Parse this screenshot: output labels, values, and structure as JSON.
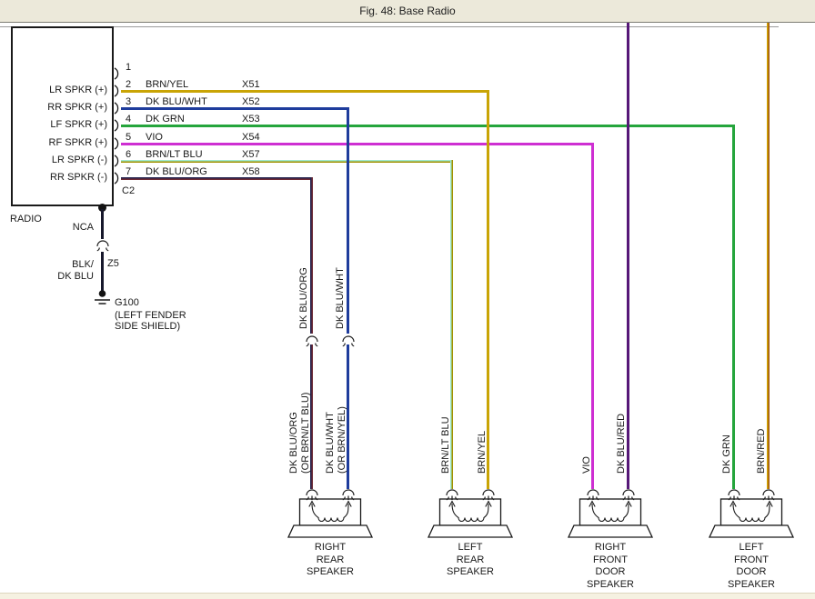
{
  "title": "Fig. 48: Base Radio",
  "radio": {
    "label": "RADIO",
    "connector_label": "C2",
    "pins": [
      {
        "num": "1",
        "left_label": "",
        "wire_name": "",
        "circuit": ""
      },
      {
        "num": "2",
        "left_label": "LR SPKR (+)",
        "wire_name": "BRN/YEL",
        "circuit": "X51"
      },
      {
        "num": "3",
        "left_label": "RR SPKR (+)",
        "wire_name": "DK BLU/WHT",
        "circuit": "X52"
      },
      {
        "num": "4",
        "left_label": "LF SPKR (+)",
        "wire_name": "DK GRN",
        "circuit": "X53"
      },
      {
        "num": "5",
        "left_label": "RF SPKR (+)",
        "wire_name": "VIO",
        "circuit": "X54"
      },
      {
        "num": "6",
        "left_label": "LR SPKR (-)",
        "wire_name": "BRN/LT BLU",
        "circuit": "X57"
      },
      {
        "num": "7",
        "left_label": "RR SPKR (-)",
        "wire_name": "DK BLU/ORG",
        "circuit": "X58"
      }
    ]
  },
  "ground_branch": {
    "nca_label": "NCA",
    "wire_name_line1": "BLK/",
    "wire_name_line2": "DK BLU",
    "circuit": "Z5",
    "ground_code": "G100",
    "ground_location_line1": "(LEFT FENDER",
    "ground_location_line2": "SIDE SHIELD)"
  },
  "wire_colors": {
    "brn_yel": [
      "#C9A405"
    ],
    "dk_blu_wht": [
      "#1E3C9C"
    ],
    "dk_grn": [
      "#25A53C"
    ],
    "vio": [
      "#CE2FD2"
    ],
    "brn_lt_blu": [
      "#9FE9D1",
      "#A39200"
    ],
    "dk_blu_org": [
      "#23224E",
      "#6E2A34"
    ],
    "dk_blu_red": [
      "#561878"
    ],
    "brn_red": [
      "#D2A400",
      "#9E5414"
    ],
    "blk_dk_blu": [
      "#17182C"
    ]
  },
  "wire_labels": {
    "rr_neg_upper": "DK BLU/ORG",
    "rr_pos_upper": "DK BLU/WHT",
    "rr_neg_lower": "DK BLU/ORG",
    "rr_neg_lower_alt": "(OR BRN/LT BLU)",
    "rr_pos_lower": "DK BLU/WHT",
    "rr_pos_lower_alt": "(OR BRN/YEL)",
    "lr_neg": "BRN/LT BLU",
    "lr_pos": "BRN/YEL",
    "rf_pos": "VIO",
    "rf_neg": "DK BLU/RED",
    "lf_pos": "DK GRN",
    "lf_neg": "BRN/RED"
  },
  "speakers": [
    {
      "lines": [
        "RIGHT",
        "REAR",
        "SPEAKER"
      ]
    },
    {
      "lines": [
        "LEFT",
        "REAR",
        "SPEAKER"
      ]
    },
    {
      "lines": [
        "RIGHT",
        "FRONT",
        "DOOR",
        "SPEAKER"
      ]
    },
    {
      "lines": [
        "LEFT",
        "FRONT",
        "DOOR",
        "SPEAKER"
      ]
    }
  ]
}
